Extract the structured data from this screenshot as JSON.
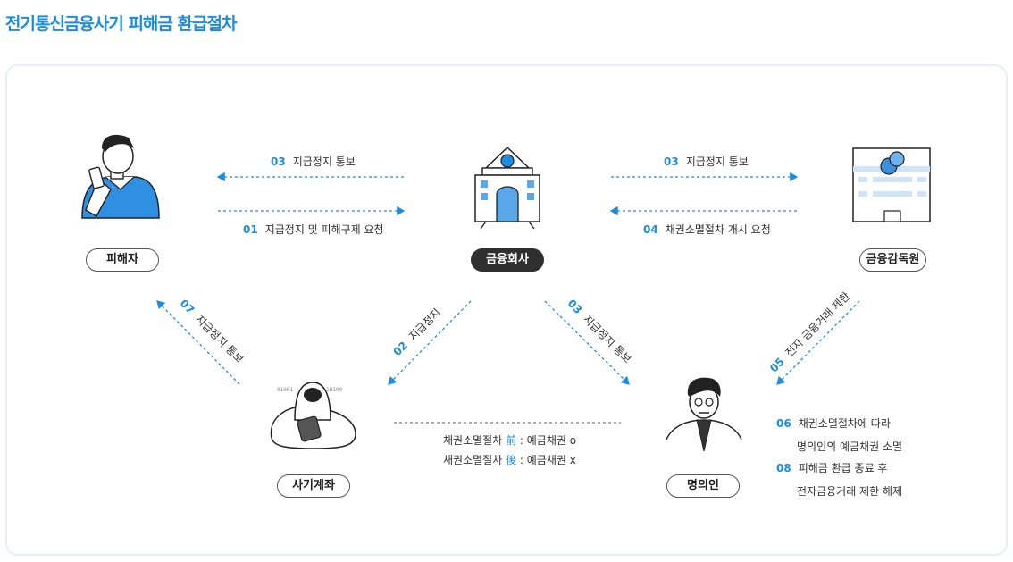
{
  "title": "전기통신금융사기 피해금 환급절차",
  "nodes": {
    "victim": "피해자",
    "bank": "금융회사",
    "fss": "금융감독원",
    "fraud_account": "사기계좌",
    "holder": "명의인"
  },
  "steps": {
    "s03_left": {
      "num": "03",
      "text": "지급정지 통보"
    },
    "s01": {
      "num": "01",
      "text": "지급정지 및 피해구제 요청"
    },
    "s03_right": {
      "num": "03",
      "text": "지급정지 통보"
    },
    "s04": {
      "num": "04",
      "text": "채권소멸절차 개시 요청"
    },
    "s07": {
      "num": "07",
      "text": "지급정지 통보"
    },
    "s02": {
      "num": "02",
      "text": "지급정지"
    },
    "s03_diag": {
      "num": "03",
      "text": "지급정지 통보"
    },
    "s05": {
      "num": "05",
      "text": "전자 금융거래 제한"
    }
  },
  "claim_note": {
    "before_prefix": "채권소멸절차 ",
    "before_mark": "前",
    "before_suffix": " : 예금채권 o",
    "after_prefix": "채권소멸절차 ",
    "after_mark": "後",
    "after_suffix": " : 예금채권 x"
  },
  "side_notes": {
    "s06": {
      "num": "06",
      "line1": "채권소멸절차에 따라",
      "line2": "명의인의 예금채권 소멸"
    },
    "s08": {
      "num": "08",
      "line1": "피해금 환급 종료 후",
      "line2": "전자금융거래 제한 해제"
    }
  },
  "colors": {
    "accent": "#1b8de2",
    "arrow": "#1b8de2",
    "dark": "#2f2f2f"
  },
  "icons": [
    "victim-person-icon",
    "bank-building-icon",
    "fss-building-icon",
    "hacker-icon",
    "businessman-icon"
  ]
}
